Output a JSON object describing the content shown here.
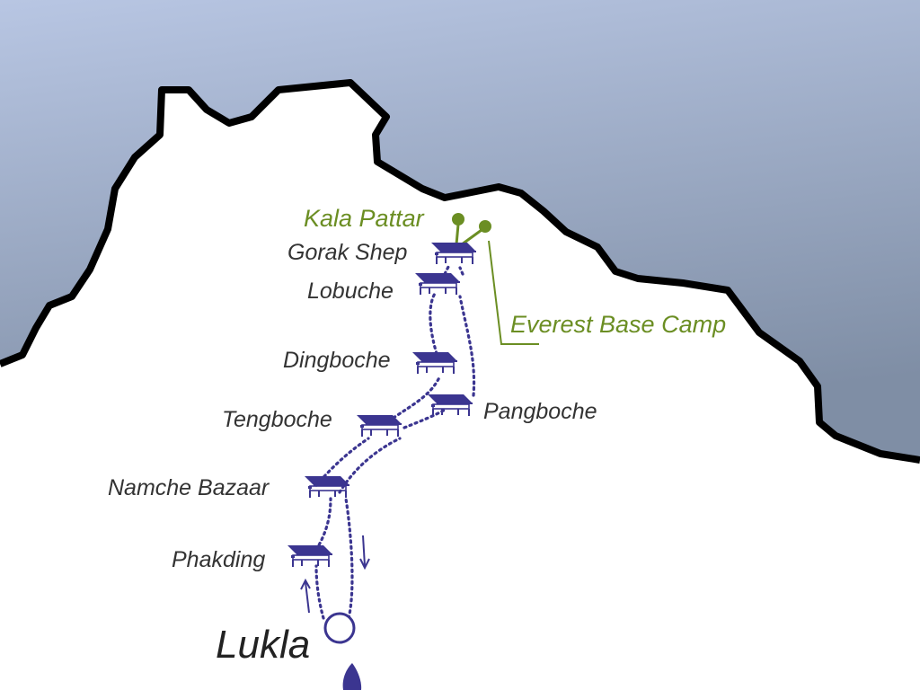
{
  "map": {
    "colors": {
      "sky_top": "#a9b8d6",
      "sky_bottom": "#8594aa",
      "ridge": "#000000",
      "trail": "#3b3590",
      "hut_roof": "#3b3590",
      "summit": "#6b8e23",
      "label": "#333333"
    },
    "summits": {
      "kala_pattar": "Kala Pattar",
      "everest_base_camp": "Everest Base Camp"
    },
    "stops": {
      "gorak_shep": "Gorak Shep",
      "lobuche": "Lobuche",
      "dingboche": "Dingboche",
      "pangboche": "Pangboche",
      "tengboche": "Tengboche",
      "namche_bazaar": "Namche Bazaar",
      "phakding": "Phakding"
    },
    "start": "Lukla",
    "icons": {
      "lodge": "lodge-hut-icon",
      "start": "start-circle-icon",
      "airplane": "airplane-icon",
      "flag": "summit-flag-icon"
    }
  }
}
